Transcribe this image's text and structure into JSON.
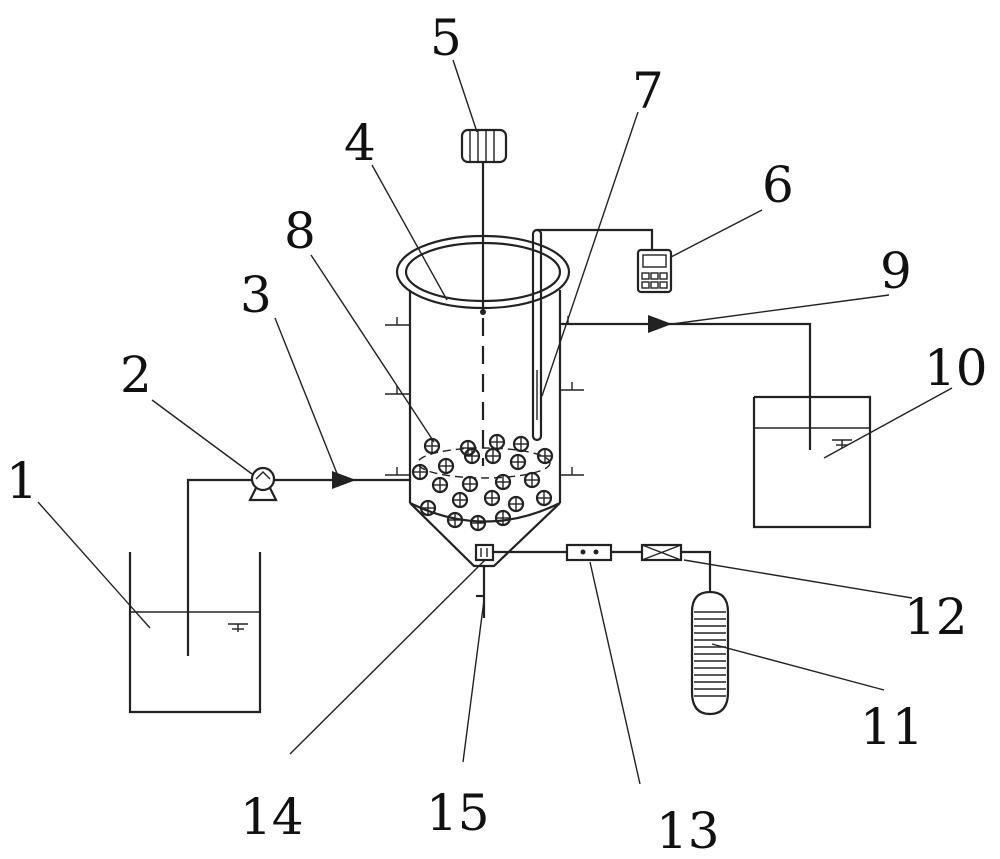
{
  "labels": {
    "l1": "1",
    "l2": "2",
    "l3": "3",
    "l4": "4",
    "l5": "5",
    "l6": "6",
    "l7": "7",
    "l8": "8",
    "l9": "9",
    "l10": "10",
    "l11": "11",
    "l12": "12",
    "l13": "13",
    "l14": "14",
    "l15": "15"
  },
  "colors": {
    "line": "#222222",
    "background": "#ffffff"
  }
}
